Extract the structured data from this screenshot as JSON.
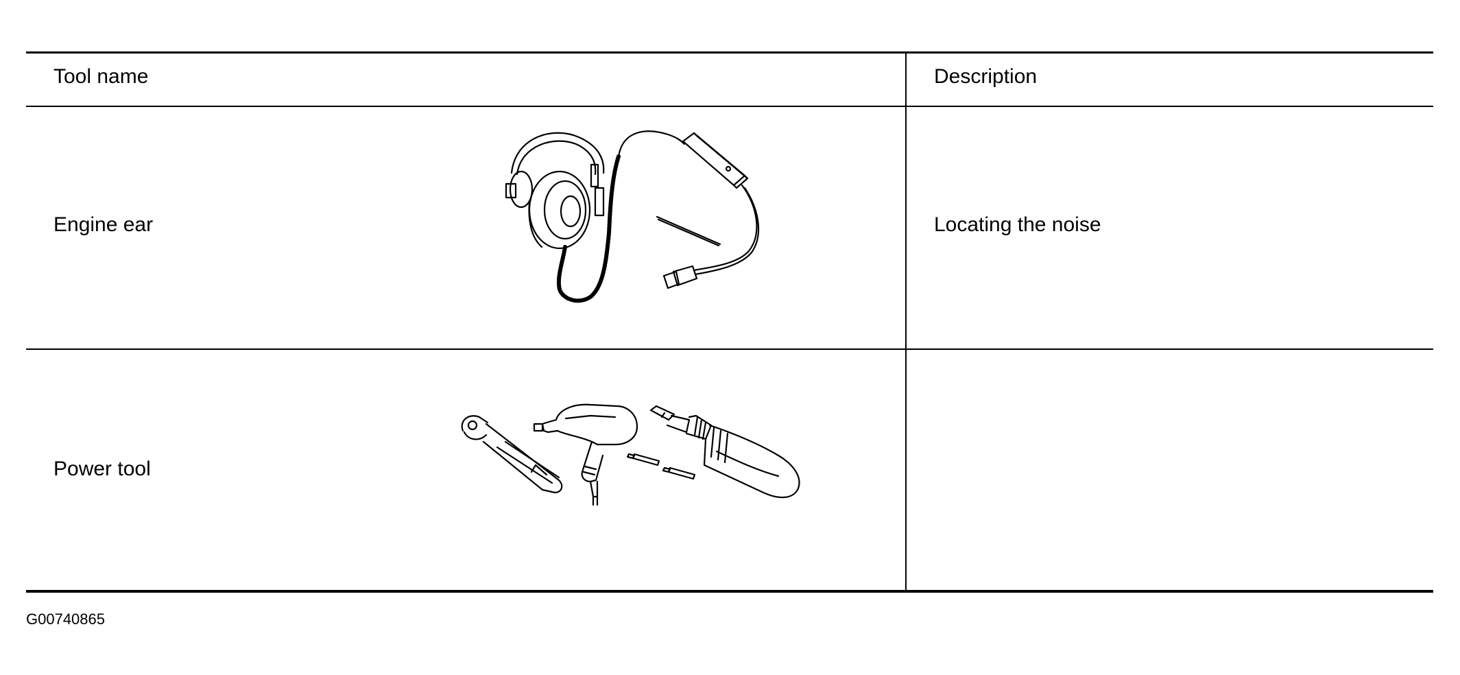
{
  "table": {
    "headers": {
      "tool_name": "Tool name",
      "description": "Description"
    },
    "rows": [
      {
        "tool_name": "Engine ear",
        "description": "Locating the noise",
        "illustration": "headphones-stethoscope-icon"
      },
      {
        "tool_name": "Power tool",
        "description": "",
        "illustration": "power-tools-icon"
      }
    ]
  },
  "figure_code": "G00740865"
}
